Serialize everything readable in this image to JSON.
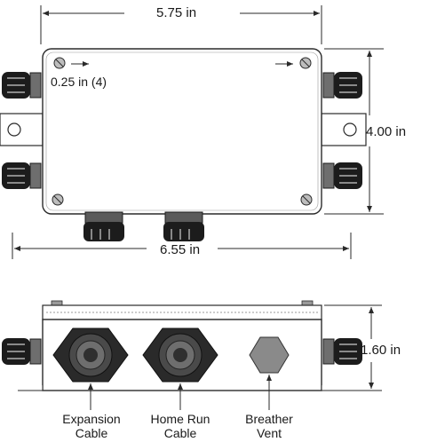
{
  "dimensions": {
    "width": "5.75 in",
    "length": "6.55 in",
    "height": "4.00 in",
    "depth": "1.60 in",
    "mount_hole": "0.25 in (4)"
  },
  "callouts": {
    "expansion_line1": "Expansion",
    "expansion_line2": "Cable",
    "homerun_line1": "Home Run",
    "homerun_line2": "Cable",
    "breather_line1": "Breather",
    "breather_line2": "Vent"
  },
  "colors": {
    "outline": "#2a2a2a",
    "gland_dark": "#1c1c1c",
    "gland_mid": "#6e6e6e",
    "vent_fill": "#8a8a8a",
    "box_fill": "#ffffff"
  },
  "icons": [
    "cable-gland-icon",
    "breather-vent-icon",
    "mounting-screw-icon",
    "dimension-arrow-icon"
  ]
}
